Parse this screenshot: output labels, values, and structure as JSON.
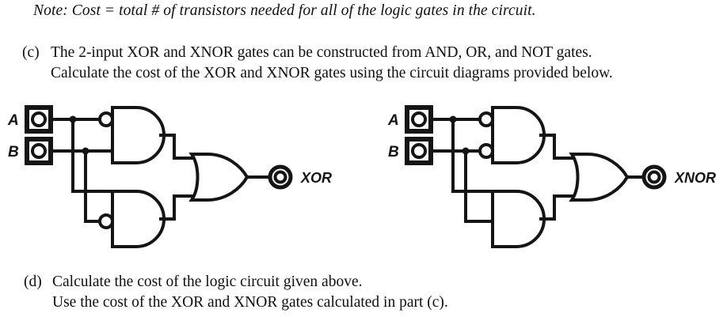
{
  "page": {
    "background_color": "#ffffff",
    "ink_color": "#151515"
  },
  "note": {
    "text": "Note:  Cost  =  total # of transistors needed for all of the logic gates in the circuit."
  },
  "question_c": {
    "marker": "(c)",
    "line1": "The 2-input XOR and XNOR gates can be constructed from AND, OR, and NOT gates.",
    "line2": "Calculate the cost of the XOR and XNOR gates using the circuit diagrams provided below."
  },
  "question_d": {
    "marker": "(d)",
    "line1": "Calculate the cost of the logic circuit given above.",
    "line2": "Use the cost of the XOR and XNOR gates calculated in part (c)."
  },
  "circuits": [
    {
      "id": "xor",
      "name": "XOR",
      "output_label": "XOR",
      "inputs": [
        {
          "label": "A"
        },
        {
          "label": "B"
        }
      ],
      "gates": [
        {
          "type": "AND",
          "position": "upper",
          "inverted_inputs": [
            "A"
          ],
          "inputs": [
            "A",
            "B"
          ]
        },
        {
          "type": "AND",
          "position": "lower",
          "inverted_inputs": [
            "B"
          ],
          "inputs": [
            "A",
            "B"
          ]
        },
        {
          "type": "OR",
          "position": "output",
          "inverted_inputs": [],
          "inputs": [
            "upper-and",
            "lower-and"
          ]
        }
      ]
    },
    {
      "id": "xnor",
      "name": "XNOR",
      "output_label": "XNOR",
      "inputs": [
        {
          "label": "A"
        },
        {
          "label": "B"
        }
      ],
      "gates": [
        {
          "type": "AND",
          "position": "upper",
          "inverted_inputs": [
            "A",
            "B"
          ],
          "inputs": [
            "A",
            "B"
          ]
        },
        {
          "type": "AND",
          "position": "lower",
          "inverted_inputs": [],
          "inputs": [
            "A",
            "B"
          ]
        },
        {
          "type": "OR",
          "position": "output",
          "inverted_inputs": [],
          "inputs": [
            "upper-and",
            "lower-and"
          ]
        }
      ]
    }
  ]
}
